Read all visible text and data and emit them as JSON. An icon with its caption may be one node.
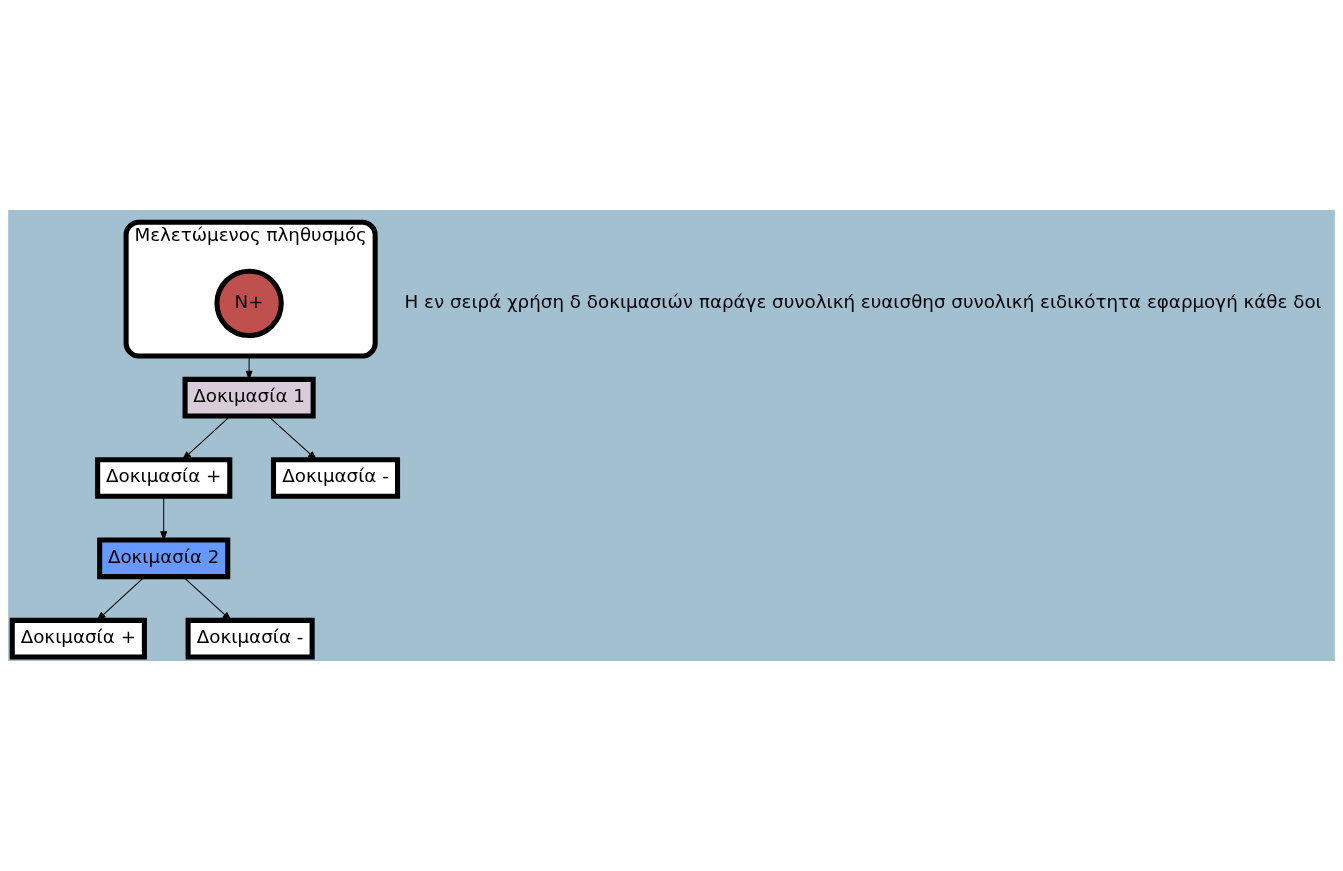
{
  "diagram": {
    "nodes": [
      {
        "text": [
          "Μελετώμενος πληθυσμός"
        ]
      },
      {
        "text": [
          "N+"
        ],
        "in": 0
      },
      {
        "text": [
          "Δοκιμασία 1"
        ]
      },
      {
        "text": [
          "Δοκιμασία +"
        ]
      },
      {
        "text": [
          "Δοκιμασία -"
        ]
      },
      {
        "text": [
          "Δοκιμασία 2"
        ]
      },
      {
        "text": [
          "Δοκιμασία +"
        ]
      },
      {
        "text": [
          "Δοκιμασία -"
        ]
      }
    ],
    "edges": [
      {
        "from": 0,
        "to": 2,
        "arrow": "to"
      },
      {
        "from": 2,
        "to": 3,
        "arrow": "to"
      },
      {
        "from": 2,
        "to": 4,
        "arrow": "to"
      },
      {
        "from": 3,
        "to": 5,
        "arrow": "to"
      },
      {
        "from": 5,
        "to": 6,
        "arrow": "to"
      },
      {
        "from": 5,
        "to": 7,
        "arrow": "to"
      }
    ],
    "labels": [
      "Η εν σειρά χρήση δ δοκιμασιών παράγε συνολική ευαισθησ συνολική ειδικότητα εφαρμογή κάθε δοι"
    ]
  }
}
